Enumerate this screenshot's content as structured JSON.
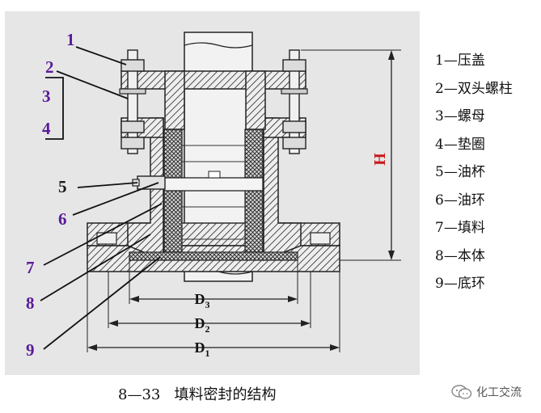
{
  "part_numbers": [
    "1",
    "2",
    "3",
    "4",
    "5",
    "6",
    "7",
    "8",
    "9"
  ],
  "dimensions": {
    "height": "H",
    "d3": {
      "base": "D",
      "sub": "3"
    },
    "d2": {
      "base": "D",
      "sub": "2"
    },
    "d1": {
      "base": "D",
      "sub": "1"
    }
  },
  "legend": [
    "1—压盖",
    "2—双头螺柱",
    "3—螺母",
    "4—垫圈",
    "5—油杯",
    "6—油环",
    "7—填料",
    "8—本体",
    "9—底环"
  ],
  "caption": "8—33   填料密封的结构",
  "watermark": {
    "text": "化工交流",
    "icon": "wechat-official-account-icon"
  },
  "colors": {
    "number_purple": "#5a1a9a",
    "h_red": "#c81818",
    "panel_gray": "#e6e6e6"
  }
}
